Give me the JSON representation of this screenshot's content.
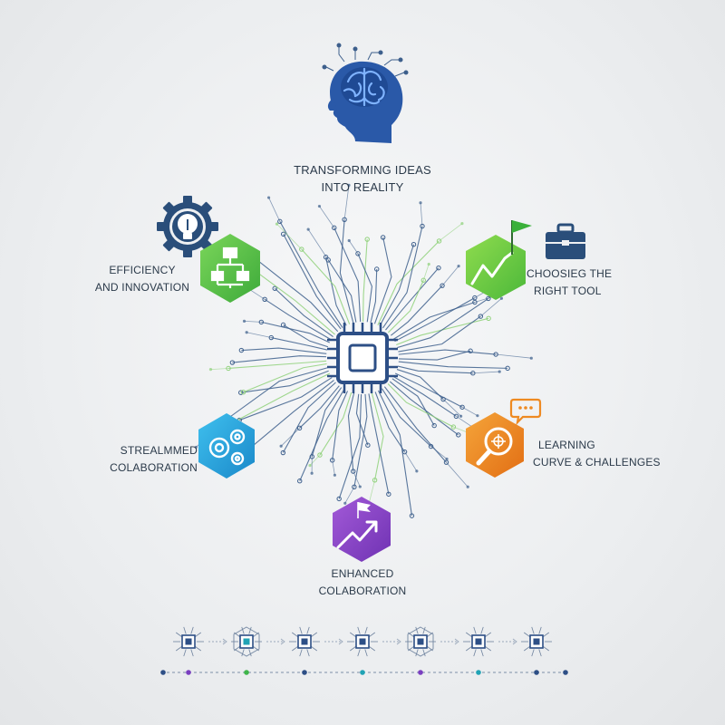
{
  "title": {
    "line1": "TRANSFORMING IDEAS",
    "line2": "INTO REALITY"
  },
  "nodes": [
    {
      "id": "efficiency",
      "line1": "EFFICIENCY",
      "line2": "AND INNOVATION",
      "color": "#5cc44a",
      "icon": "flowchart-icon"
    },
    {
      "id": "choosing",
      "line1": "CHOOSIEG THE",
      "line2": "RIGHT TOOL",
      "color": "#6cc63f",
      "icon": "growth-chart-icon"
    },
    {
      "id": "streamlined",
      "line1": "STREALMMED",
      "line2": "COLABORATION",
      "color": "#2ba4dc",
      "icon": "gears-icon"
    },
    {
      "id": "learning",
      "line1": "LEARNING",
      "line2": "CURVE & CHALLENGES",
      "color": "#ee8a22",
      "icon": "magnifier-icon"
    },
    {
      "id": "enhanced",
      "line1": "ENHANCED",
      "line2": "COLABORATION",
      "color": "#8a47c4",
      "icon": "rising-arrow-icon"
    }
  ],
  "colors": {
    "primary": "#274f8f",
    "circuit": "#3d5f8c",
    "accent_green": "#8fd17a",
    "accent_purple": "#7a3fc0",
    "accent_teal": "#20a3b5"
  }
}
